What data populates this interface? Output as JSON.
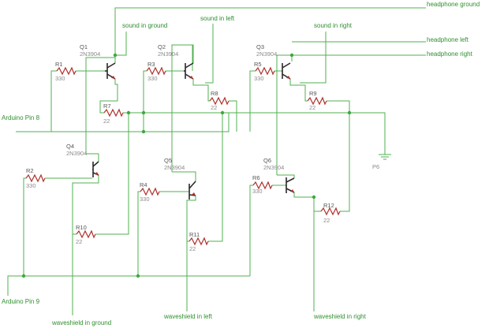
{
  "nets": {
    "headphone_ground": "headphone ground",
    "headphone_left": "headphone left",
    "headphone_right": "headphone right",
    "sound_in_ground": "sound in ground",
    "sound_in_left": "sound in left",
    "sound_in_right": "sound in right",
    "arduino_pin_8": "Arduino Pin 8",
    "arduino_pin_9": "Arduino Pin 9",
    "waveshield_in_ground": "waveshield in ground",
    "waveshield_in_left": "waveshield in left",
    "waveshield_in_right": "waveshield in right",
    "ground_symbol": "P6"
  },
  "transistors": [
    {
      "name": "Q1",
      "part": "2N3904"
    },
    {
      "name": "Q2",
      "part": "2N3904"
    },
    {
      "name": "Q3",
      "part": "2N3904"
    },
    {
      "name": "Q4",
      "part": "2N3904"
    },
    {
      "name": "Q5",
      "part": "2N3904"
    },
    {
      "name": "Q6",
      "part": "2N3904"
    }
  ],
  "resistors": [
    {
      "name": "R1",
      "value": "330"
    },
    {
      "name": "R2",
      "value": "330"
    },
    {
      "name": "R3",
      "value": "330"
    },
    {
      "name": "R4",
      "value": "330"
    },
    {
      "name": "R5",
      "value": "330"
    },
    {
      "name": "R6",
      "value": "330"
    },
    {
      "name": "R7",
      "value": "22"
    },
    {
      "name": "R8",
      "value": "22"
    },
    {
      "name": "R9",
      "value": "22"
    },
    {
      "name": "R10",
      "value": "22"
    },
    {
      "name": "R11",
      "value": "22"
    },
    {
      "name": "R12",
      "value": "22"
    }
  ],
  "colors": {
    "wire": "#4fb04f",
    "resistor": "#b0302a",
    "transistor": "#2a2a2a",
    "net_label": "#2e8f2e",
    "part_label": "#8a8a8a"
  }
}
